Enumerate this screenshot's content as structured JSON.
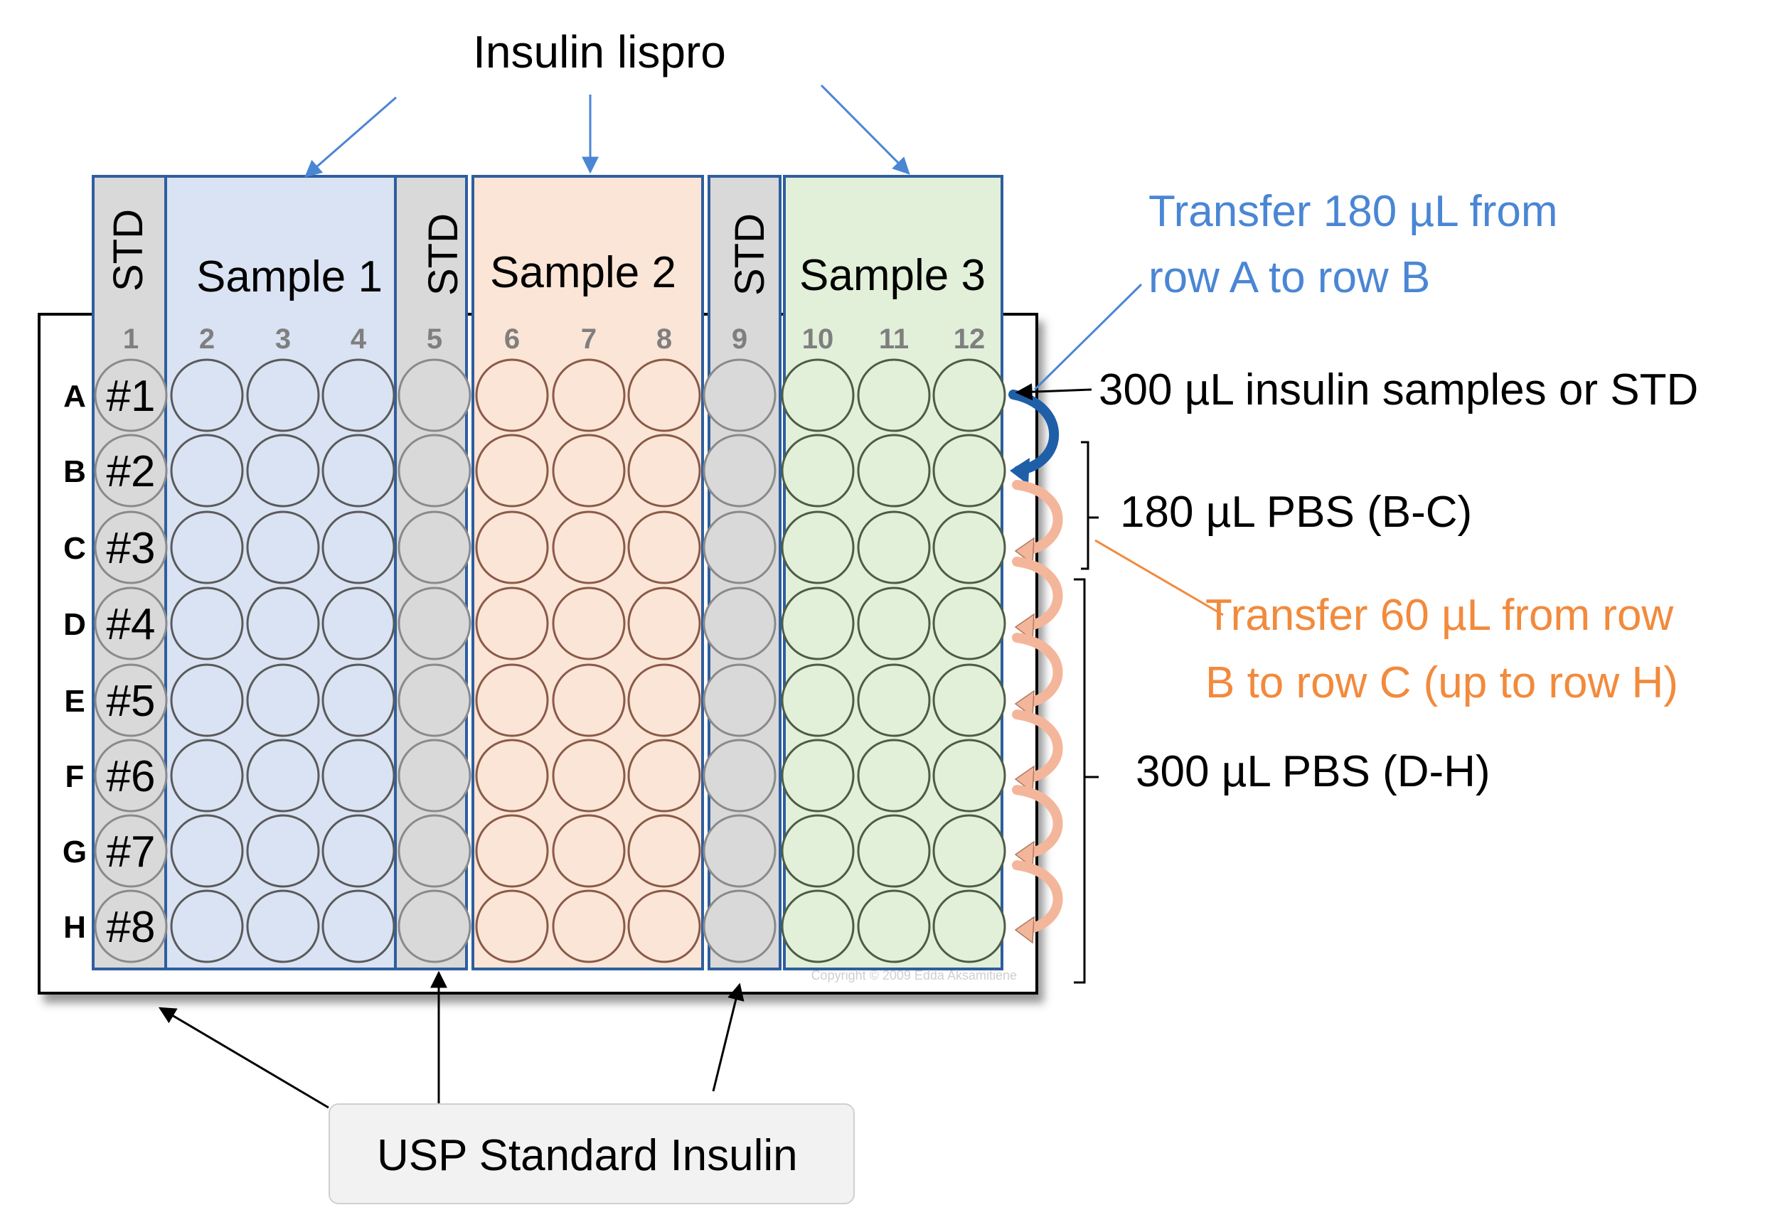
{
  "title": "Insulin lispro",
  "columns": [
    {
      "num": "1",
      "type": "std"
    },
    {
      "num": "2",
      "type": "s1"
    },
    {
      "num": "3",
      "type": "s1"
    },
    {
      "num": "4",
      "type": "s1"
    },
    {
      "num": "5",
      "type": "std"
    },
    {
      "num": "6",
      "type": "s2"
    },
    {
      "num": "7",
      "type": "s2"
    },
    {
      "num": "8",
      "type": "s2"
    },
    {
      "num": "9",
      "type": "std"
    },
    {
      "num": "10",
      "type": "s3"
    },
    {
      "num": "11",
      "type": "s3"
    },
    {
      "num": "12",
      "type": "s3"
    }
  ],
  "rows": [
    "A",
    "B",
    "C",
    "D",
    "E",
    "F",
    "G",
    "H"
  ],
  "std_labels": [
    "#1",
    "#2",
    "#3",
    "#4",
    "#5",
    "#6",
    "#7",
    "#8"
  ],
  "groups": {
    "std_label": "STD",
    "sample1": "Sample 1",
    "sample2": "Sample 2",
    "sample3": "Sample 3"
  },
  "annotations": {
    "transfer_a_b_line1": "Transfer  180 µL from",
    "transfer_a_b_line2": "row A to row B",
    "samples_300": "300 µL insulin samples or STD",
    "pbs_bc": "180 µL PBS (B-C)",
    "transfer_b_c_line1": "Transfer  60 µL from row",
    "transfer_b_c_line2": "B to row C (up to row H)",
    "pbs_dh": "300 µL PBS (D-H)"
  },
  "callout": "USP Standard Insulin",
  "copyright": "Copyright © 2009 Edda Aksamitiene",
  "colors": {
    "sample1_fill": "#dae3f3",
    "sample2_fill": "#fbe5d6",
    "sample3_fill": "#e2f0d9",
    "std_fill": "#d9d9d9",
    "border_blue": "#2e5e9e",
    "annotation_blue": "#4a86d4",
    "annotation_orange": "#f28a3c",
    "arrow_blue": "#1f5fa8",
    "arrow_peach": "#f4b69a"
  }
}
